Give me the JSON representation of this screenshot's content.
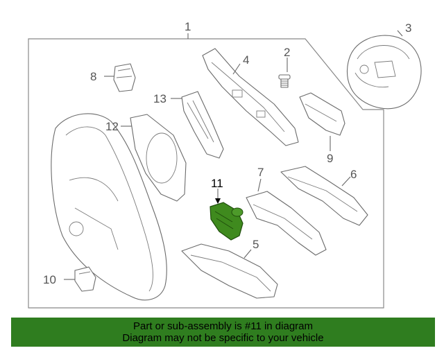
{
  "diagram": {
    "callouts": [
      {
        "id": "1",
        "label": "1"
      },
      {
        "id": "2",
        "label": "2"
      },
      {
        "id": "3",
        "label": "3"
      },
      {
        "id": "4",
        "label": "4"
      },
      {
        "id": "5",
        "label": "5"
      },
      {
        "id": "6",
        "label": "6"
      },
      {
        "id": "7",
        "label": "7"
      },
      {
        "id": "8",
        "label": "8"
      },
      {
        "id": "9",
        "label": "9"
      },
      {
        "id": "10",
        "label": "10"
      },
      {
        "id": "11",
        "label": "11"
      },
      {
        "id": "12",
        "label": "12"
      },
      {
        "id": "13",
        "label": "13"
      }
    ],
    "highlighted_part": "11",
    "highlight_color": "#3f8a1e"
  },
  "banner": {
    "line1": "Part or sub-assembly is #11 in diagram",
    "line2": "Diagram may not be specific to your vehicle",
    "background": "#2f7d1f"
  }
}
